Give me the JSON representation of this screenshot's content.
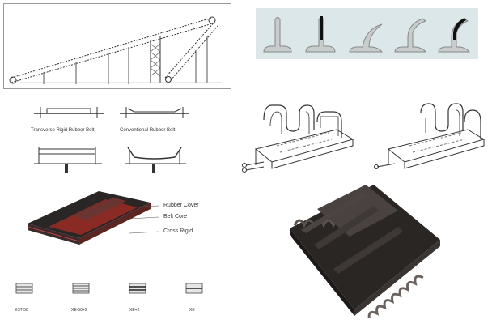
{
  "belt_types": {
    "transverse_label": "Transverse Rigid Rubber Belt",
    "conventional_label": "Conventional Rubber Belt"
  },
  "layers": {
    "rubber_cover": "Rubber Cover",
    "belt_core": "Belt Core",
    "cross_rigid": "Cross Rigid"
  },
  "samples": [
    {
      "label": "EST-50"
    },
    {
      "label": "XE-50+2"
    },
    {
      "label": "XE+2"
    },
    {
      "label": "XE"
    }
  ],
  "colors": {
    "profile_panel_bg": "#dbe7e9",
    "profile_fill": "#c9cccc",
    "belt_dark": "#2b2626",
    "belt_red": "#8a2a24",
    "line": "#333333"
  }
}
